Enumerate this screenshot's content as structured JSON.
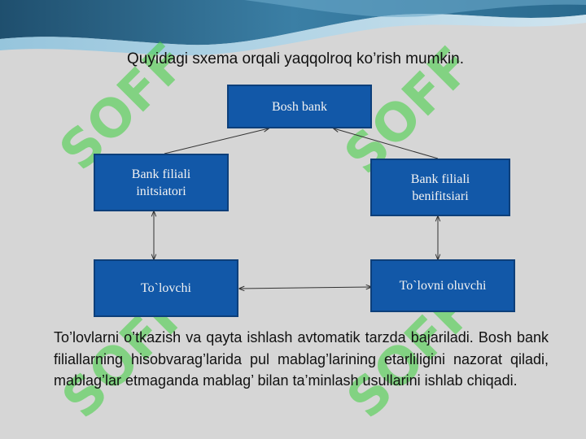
{
  "title": "Quyidagi sxema orqali yaqqolroq ko’rish mumkin.",
  "diagram": {
    "nodes": {
      "head": "Bosh bank",
      "initiator": "Bank filiali\ninitsiatori",
      "beneficiary": "Bank filiali\nbenifitsiari",
      "payer": "To`lovchi",
      "receiver": "To`lovni oluvchi"
    },
    "colors": {
      "node_fill": "#1258a8",
      "node_border": "#0d3f7a",
      "edge": "#333333"
    }
  },
  "body_text": "To’lovlarni o’tkazish va qayta ishlash avtomatik tarzda bajariladi. Bosh bank filiallarning hisobvarag’larida pul mablag’larining etarliligini nazorat qiladi, mablag’lar etmaganda mablag’ bilan ta’minlash usullarini ishlab chiqadi.",
  "watermark": {
    "text": "SOFF",
    "color": "#3fcf3f"
  }
}
